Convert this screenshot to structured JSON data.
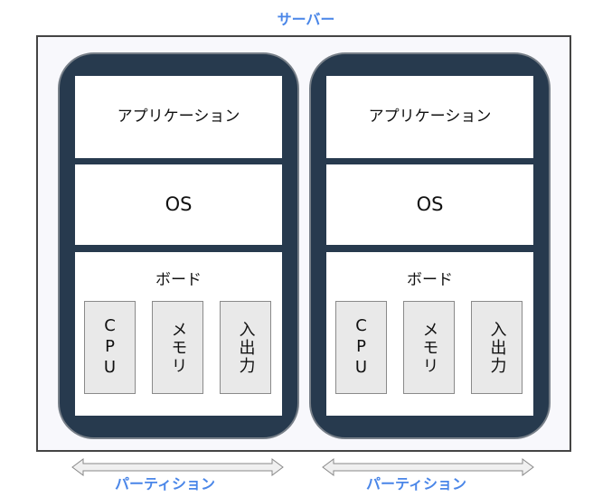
{
  "server": {
    "title": "サーバー"
  },
  "partitions": [
    {
      "application_label": "アプリケーション",
      "os_label": "OS",
      "board_label": "ボード",
      "cpu_label": "CPU",
      "memory_label": "メモリ",
      "io_label": "入出力",
      "partition_label": "パーティション"
    },
    {
      "application_label": "アプリケーション",
      "os_label": "OS",
      "board_label": "ボード",
      "cpu_label": "CPU",
      "memory_label": "メモリ",
      "io_label": "入出力",
      "partition_label": "パーティション"
    }
  ],
  "colors": {
    "label_blue": "#4a86e8",
    "partition_dark": "#273a4e",
    "chip_fill": "#e9e9e9",
    "server_border": "#444444"
  }
}
